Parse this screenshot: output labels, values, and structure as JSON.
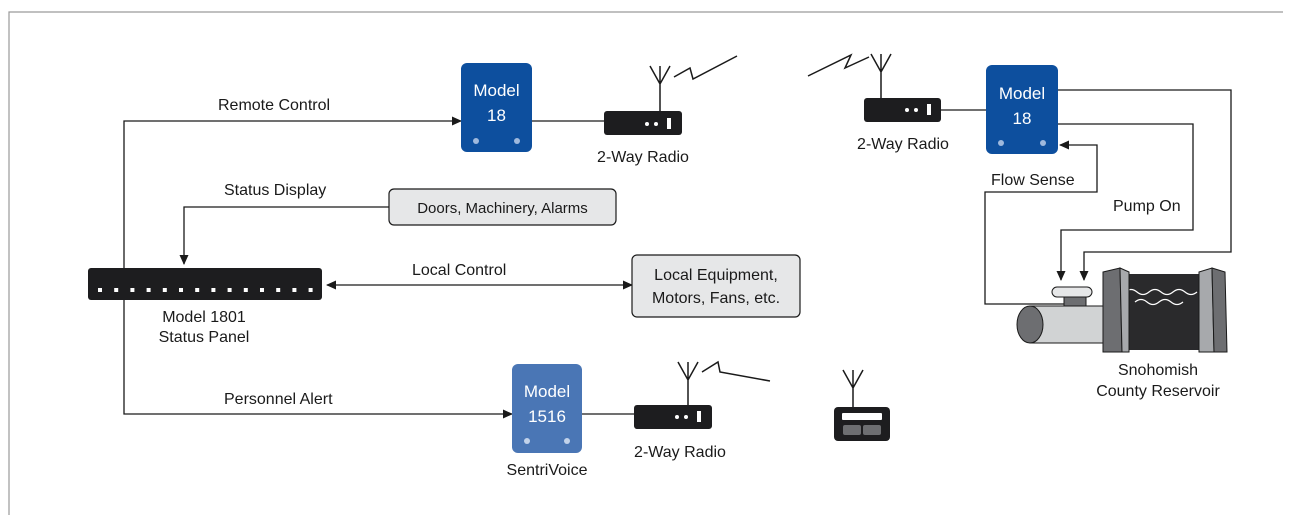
{
  "diagram": {
    "arrows": {
      "remote_control": "Remote Control",
      "status_display": "Status Display",
      "local_control": "Local Control",
      "personnel_alert": "Personnel Alert",
      "flow_sense": "Flow Sense",
      "pump_on": "Pump On"
    },
    "boxes": {
      "doors": "Doors, Machinery, Alarms",
      "local_equipment_line1": "Local Equipment,",
      "local_equipment_line2": "Motors, Fans, etc."
    },
    "devices": {
      "model18_left": {
        "line1": "Model",
        "line2": "18"
      },
      "model18_right": {
        "line1": "Model",
        "line2": "18"
      },
      "model1516": {
        "line1": "Model",
        "line2": "1516",
        "caption": "SentriVoice"
      },
      "status_panel": {
        "line1": "Model 1801",
        "line2": "Status Panel"
      },
      "radio_top_left": "2-Way Radio",
      "radio_top_right": "2-Way Radio",
      "radio_bottom": "2-Way Radio",
      "reservoir_line1": "Snohomish",
      "reservoir_line2": "County Reservoir"
    },
    "colors": {
      "model18": "#0d4f9e",
      "model1516": "#4a76b5",
      "device_dark": "#1d1d1f",
      "callout_fill": "#e6e7e8",
      "frame": "#9a9a9a"
    }
  }
}
